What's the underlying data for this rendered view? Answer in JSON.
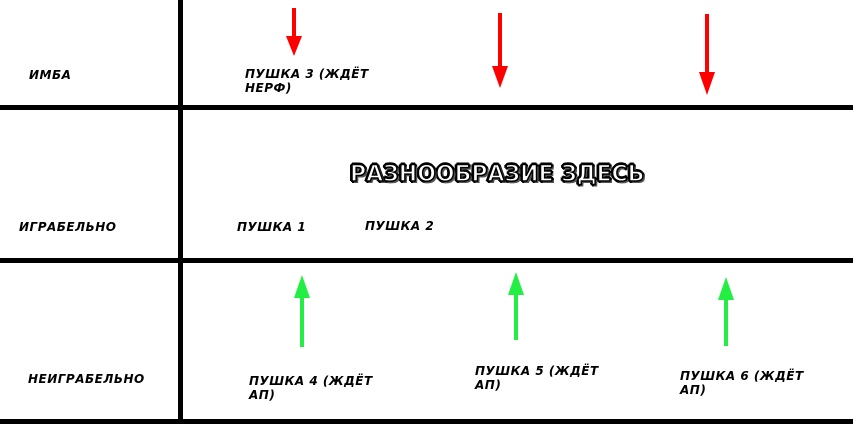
{
  "diagram": {
    "title": "РАЗНООБРАЗИЕ ЗДЕСЬ",
    "rows": [
      {
        "label": "ИМБА"
      },
      {
        "label": "ИГРАБЕЛЬНО"
      },
      {
        "label": "НЕИГРАБЕЛЬНО"
      }
    ],
    "items": [
      {
        "label": "ПУШКА 3 (ЖДЁТ НЕРФ)",
        "row": "ИМБА"
      },
      {
        "label": "ПУШКА 1",
        "row": "ИГРАБЕЛЬНО"
      },
      {
        "label": "ПУШКА 2",
        "row": "ИГРАБЕЛЬНО"
      },
      {
        "label": "ПУШКА 4 (ЖДЁТ АП)",
        "row": "НЕИГРАБЕЛЬНО"
      },
      {
        "label": "ПУШКА 5 (ЖДЁТ АП)",
        "row": "НЕИГРАБЕЛЬНО"
      },
      {
        "label": "ПУШКА 6 (ЖДЁТ АП)",
        "row": "НЕИГРАБЕЛЬНО"
      }
    ],
    "arrows": {
      "down": {
        "color": "#ff0000",
        "count": 3
      },
      "up": {
        "color": "#00ff40",
        "count": 3
      }
    }
  }
}
